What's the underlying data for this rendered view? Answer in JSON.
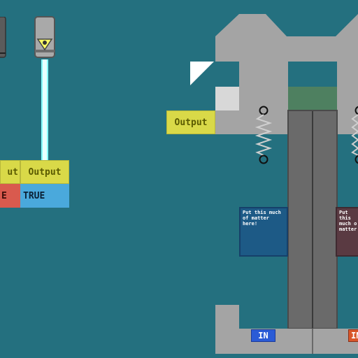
{
  "colors": {
    "background": "#24707f",
    "machine_gray": "#a4a4a4",
    "output_yellow": "#d9d948",
    "true_blue": "#4aa9dc",
    "false_red": "#d95a4e",
    "laser": "#e8ffff",
    "in_blue": "#2a5bd6",
    "in_orange": "#d9562a"
  },
  "lasers": [
    {
      "name": "left-emitter",
      "icon": "lamp-icon"
    },
    {
      "name": "right-emitter",
      "icon": "warning-lamp-icon"
    }
  ],
  "logic": {
    "left_output_label": "ut",
    "right_output_label": "Output",
    "left_value": "E",
    "right_value": "TRUE"
  },
  "machine": {
    "output_label": "Output",
    "matter_note_left": "Put this much of matter here!",
    "matter_note_right": "Put this much o matter",
    "in_left": "IN",
    "in_right": "IN"
  }
}
